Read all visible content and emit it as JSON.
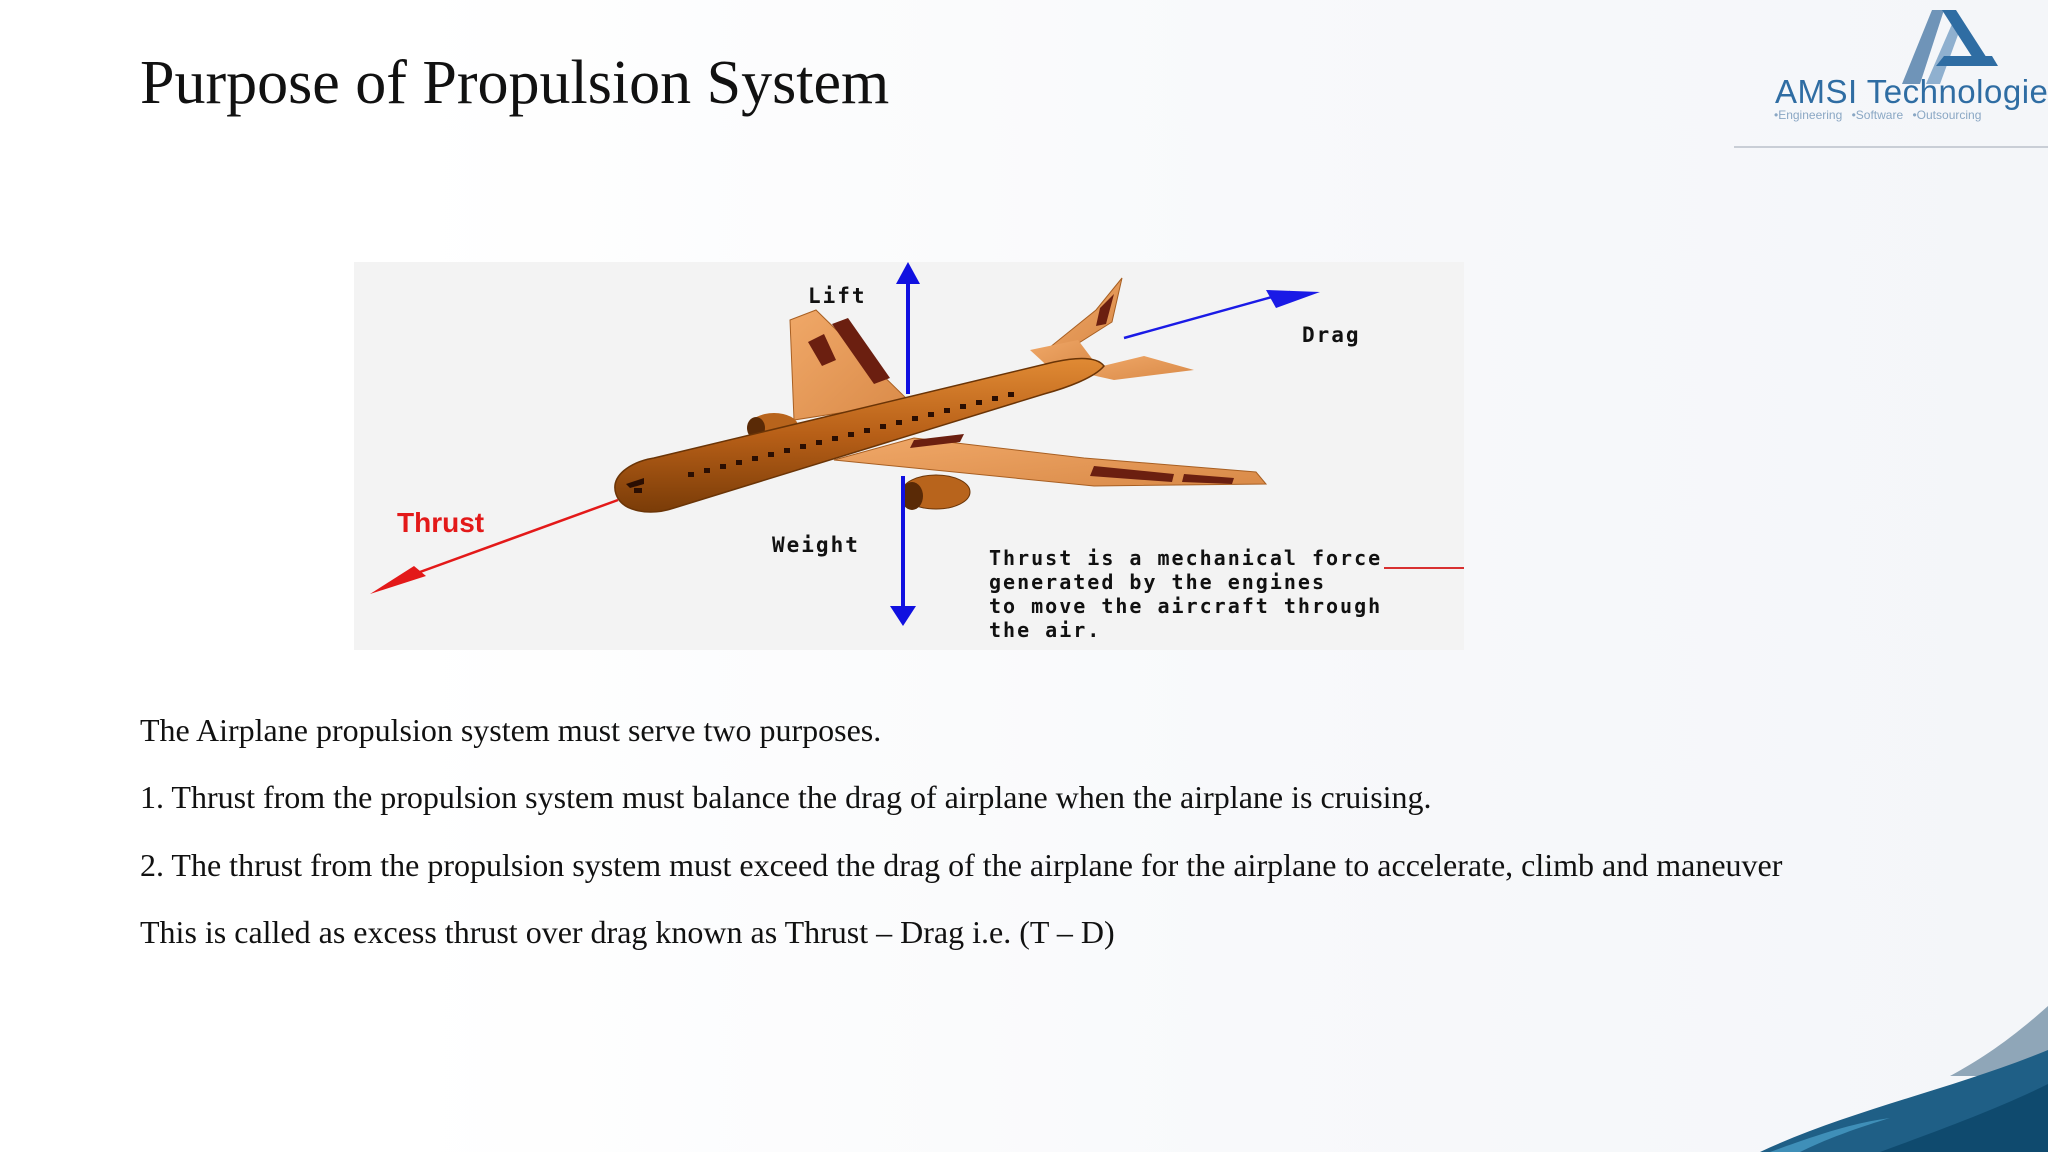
{
  "slide": {
    "title": "Purpose of Propulsion System"
  },
  "logo": {
    "name": "AMSI Technologies",
    "tagline": "•Engineering •Software •Outsourcing",
    "colors": {
      "primary": "#2f6da3",
      "secondary": "#6f94b8"
    }
  },
  "figure": {
    "labels": {
      "lift": "Lift",
      "drag": "Drag",
      "weight": "Weight",
      "thrust": "Thrust"
    },
    "caption_lines": [
      "Thrust is a mechanical force",
      "generated by the engines",
      "to move the aircraft through",
      "the air."
    ],
    "colors": {
      "thrust_arrow": "#e31919",
      "lift_weight_arrow": "#1010e0",
      "drag_arrow": "#1a1ae6",
      "airplane": "#c8691e"
    }
  },
  "body": {
    "lines": [
      "The Airplane propulsion system must serve two purposes.",
      "1. Thrust from the propulsion system must balance the drag of airplane when the airplane is cruising.",
      "2. The thrust from the propulsion system must exceed the drag of the airplane for the airplane to accelerate, climb and maneuver",
      "This is called as excess thrust over drag known as Thrust – Drag i.e.  (T – D)"
    ]
  }
}
